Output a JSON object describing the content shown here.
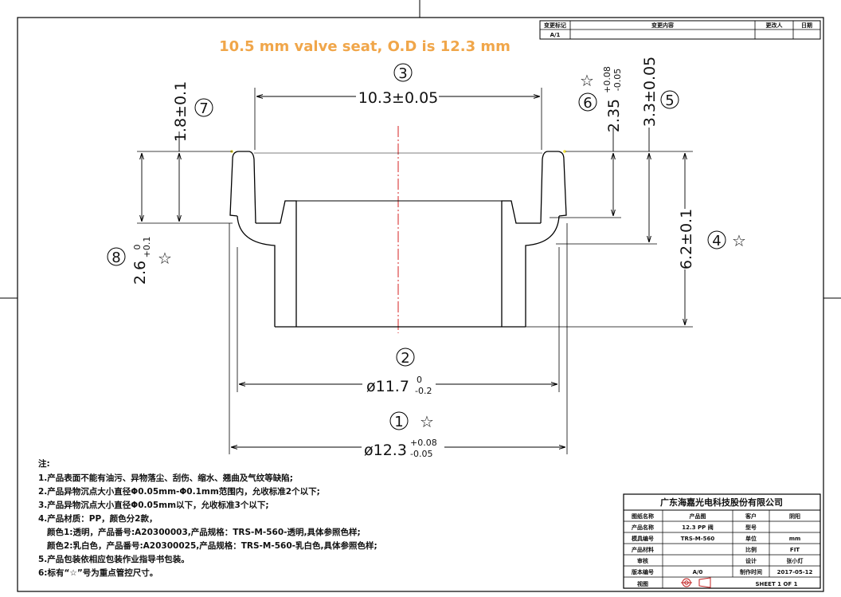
{
  "title": "10.5 mm valve seat, O.D is 12.3 mm",
  "revision_table": {
    "headers": [
      "变更标记",
      "变更内容",
      "更改人",
      "日期"
    ],
    "row": [
      "A/1",
      "",
      "",
      ""
    ]
  },
  "dimensions": {
    "d3": {
      "index": "3",
      "value": "10.3±0.05"
    },
    "d2": {
      "index": "2",
      "value": "ø11.7",
      "upper": "0",
      "lower": "-0.2"
    },
    "d1": {
      "index": "1",
      "value": "ø12.3",
      "upper": "+0.08",
      "lower": "-0.05"
    },
    "d4": {
      "index": "4",
      "value": "6.2±0.1"
    },
    "d5": {
      "index": "5",
      "value": "3.3±0.05"
    },
    "d6": {
      "index": "6",
      "value": "2.35",
      "upper": "+0.08",
      "lower": "-0.05"
    },
    "d7": {
      "index": "7",
      "value": "1.8±0.1"
    },
    "d8": {
      "index": "8",
      "value": "2.6",
      "upper": "0",
      "lower": "+0.1"
    }
  },
  "star_symbol": "☆",
  "notes": {
    "heading": "注:",
    "lines": [
      "1.产品表面不能有油污、异物落尘、刮伤、缩水、翘曲及气纹等缺陷;",
      "2.产品异物沉点大小直径Φ0.05mm-Φ0.1mm范围内，允收标准2个以下;",
      "3.产品异物沉点大小直径Φ0.05mm以下，允收标准3个以下;",
      "4.产品材质：PP，颜色分2款，",
      "   颜色1:透明，产品番号:A20300003,产品规格：TRS-M-560-透明,具体参照色样;",
      "   颜色2:乳白色，产品番号:A20300025,产品规格：TRS-M-560-乳白色,具体参照色样;",
      "5.产品包装依相应包装作业指导书包装。",
      "6:标有“☆”号为重点管控尺寸。"
    ]
  },
  "title_block": {
    "company": "广东海嘉光电科技股份有限公司",
    "rows": [
      [
        "图纸名称",
        "产品图",
        "客户",
        "阴阳"
      ],
      [
        "产品名称",
        "12.3 PP 阀",
        "型号",
        ""
      ],
      [
        "模具编号",
        "TRS-M-560",
        "单位",
        "mm"
      ],
      [
        "产品材料",
        "",
        "比例",
        "FIT"
      ],
      [
        "审核",
        "",
        "设计",
        "张小灯"
      ],
      [
        "版本编号",
        "A/0",
        "制作时间",
        "2017-05-12"
      ],
      [
        "视图",
        "",
        "SHEET 1 OF 1",
        ""
      ]
    ]
  }
}
